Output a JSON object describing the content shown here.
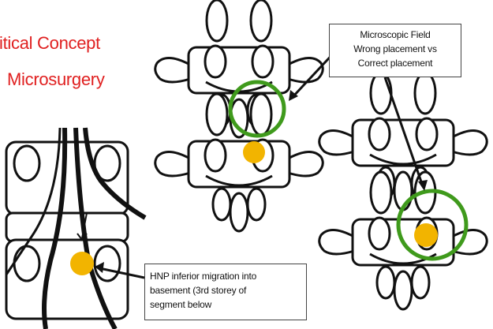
{
  "title": {
    "line1": "ritical Concept",
    "line2": "Microsurgery"
  },
  "callout_field": {
    "line1": "Microscopic Field",
    "line2": "Wrong placement vs",
    "line3": "Correct placement"
  },
  "callout_hnp": {
    "line1": "HNP inferior migration into",
    "line2": "basement (3rd storey of",
    "line3": "segment below"
  },
  "colors": {
    "title_red": "#e02020",
    "field_green": "#3f9a1c",
    "hnp_yellow": "#f2b400",
    "outline": "#111111"
  }
}
